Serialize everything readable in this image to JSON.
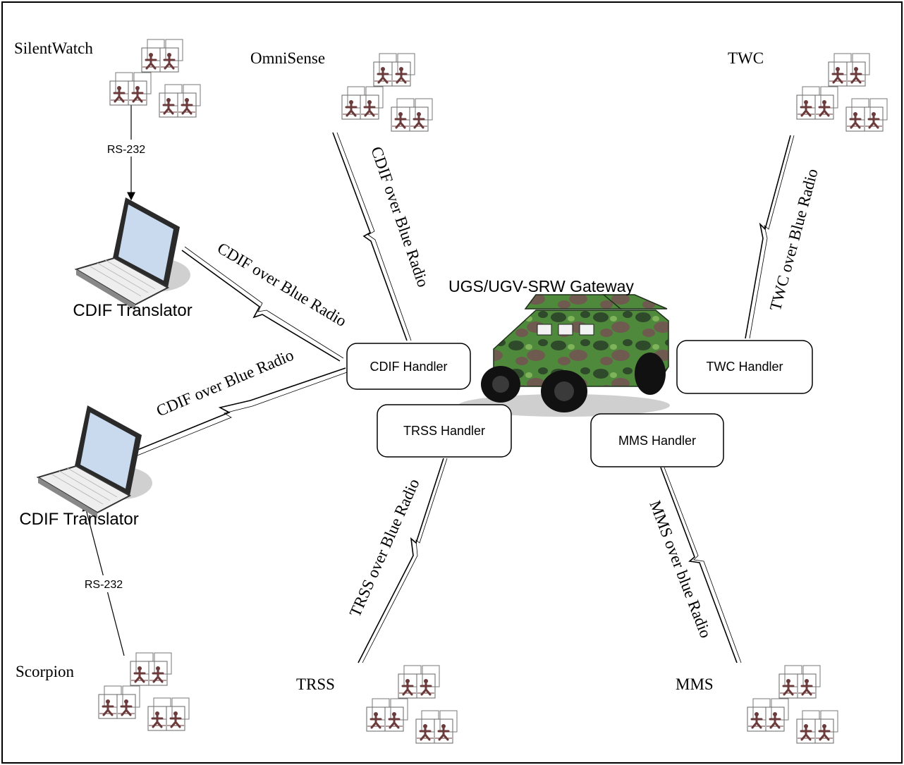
{
  "gateway": {
    "title": "UGS/UGV-SRW Gateway"
  },
  "handlers": {
    "cdif": "CDIF Handler",
    "trss": "TRSS Handler",
    "mms": "MMS Handler",
    "twc": "TWC Handler"
  },
  "translators": {
    "top": "CDIF Translator",
    "bottom": "CDIF Translator"
  },
  "sensors": {
    "silentwatch": "SilentWatch",
    "omnisense": "OmniSense",
    "twc": "TWC",
    "scorpion": "Scorpion",
    "trss": "TRSS",
    "mms": "MMS"
  },
  "links": {
    "rs232_top": "RS-232",
    "rs232_bottom": "RS-232",
    "translator_top_to_cdif": "CDIF over Blue Radio",
    "translator_bottom_to_cdif": "CDIF over Blue Radio",
    "omnisense_to_cdif": "CDIF over Blue Radio",
    "twc_to_handler": "TWC over Blue Radio",
    "trss_to_handler": "TRSS over Blue Radio",
    "mms_to_handler": "MMS over blue Radio"
  },
  "colors": {
    "sensor_figure": "#6b3a3a",
    "camo_dark": "#2f4a2a",
    "camo_green": "#4f8a3c",
    "camo_brown": "#6e5a4e",
    "laptop_screen": "#c9d9ee"
  }
}
